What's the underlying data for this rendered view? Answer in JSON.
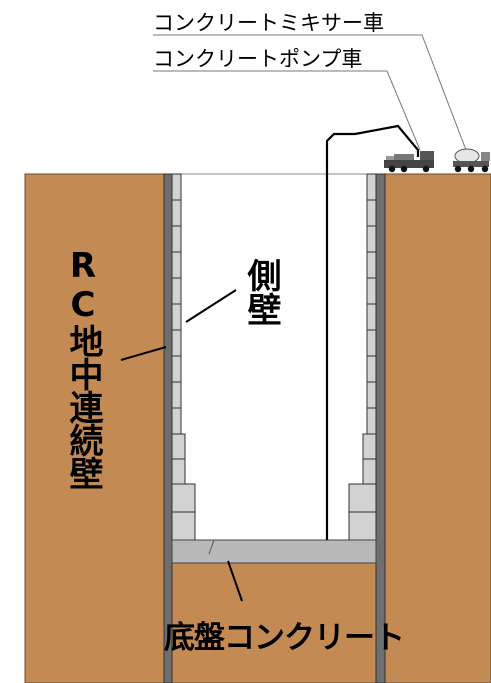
{
  "labels": {
    "mixer_truck": "コンクリートミキサー車",
    "pump_truck": "コンクリートポンプ車",
    "rc_wall": "RC地中連続壁",
    "side_wall": "側壁",
    "base_slab": "底盤コンクリート"
  },
  "colors": {
    "soil": "#c48a54",
    "diaphragm_wall": "#6e6e6e",
    "side_wall": "#d2d2d2",
    "base_slab": "#b9b9b9",
    "line": "#000000"
  }
}
